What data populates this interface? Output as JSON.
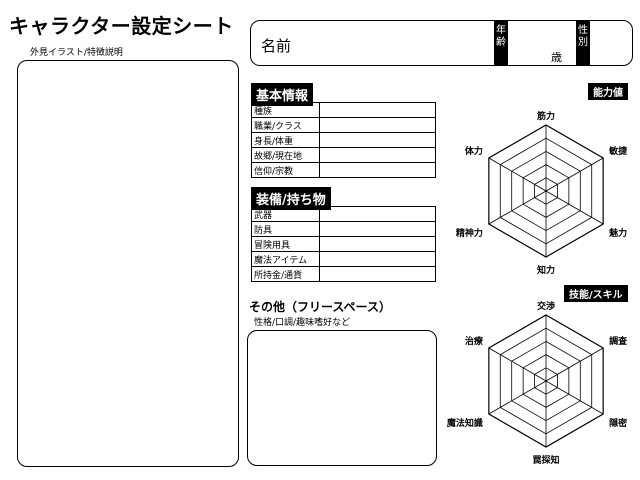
{
  "title": "キャラクター設定シート",
  "illustration": {
    "label": "外見イラスト/特徴説明"
  },
  "name_box": {
    "name_label": "名前",
    "age_tag": "年齢",
    "age_unit": "歳",
    "gender_tag": "性別"
  },
  "basic_info": {
    "heading": "基本情報",
    "rows": [
      "種族",
      "職業/クラス",
      "身長/体重",
      "故郷/現在地",
      "信仰/宗教"
    ]
  },
  "equipment": {
    "heading": "装備/持ち物",
    "rows": [
      "武器",
      "防具",
      "冒険用具",
      "魔法アイテム",
      "所持金/通貨"
    ]
  },
  "other": {
    "heading": "その他（フリースペース）",
    "sub": "性格/口調/趣味嗜好など"
  },
  "abilities": {
    "badge": "能力値",
    "axes": [
      "筋力",
      "敏捷",
      "魅力",
      "知力",
      "精神力",
      "体力"
    ]
  },
  "skills": {
    "badge": "技能/スキル",
    "axes": [
      "交渉",
      "調査",
      "隠密",
      "罠探知",
      "魔法知識",
      "治療"
    ]
  }
}
